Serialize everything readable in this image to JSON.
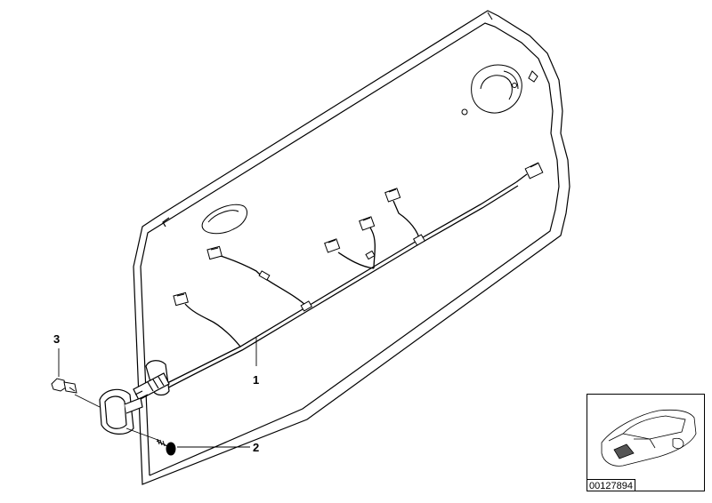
{
  "callouts": [
    {
      "id": "1",
      "label": "1"
    },
    {
      "id": "2",
      "label": "2"
    },
    {
      "id": "3",
      "label": "3"
    }
  ],
  "thumbnail": {
    "part_number": "00127894"
  }
}
